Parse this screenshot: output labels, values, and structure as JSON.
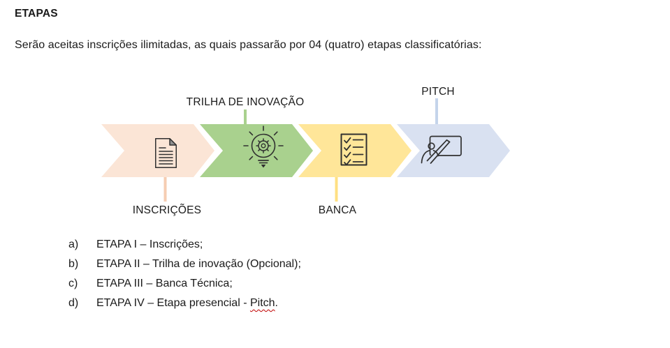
{
  "document": {
    "title": "ETAPAS",
    "intro": "Serão aceitas inscrições ilimitadas, as quais passarão por 04 (quatro) etapas classificatórias:"
  },
  "diagram": {
    "icon_stroke": "#303030",
    "document_fold_fill": "#8f8f8f",
    "stages": [
      {
        "label": "INSCRIÇÕES",
        "fill": "#FBE5D6",
        "connector": "#F6CDB2",
        "icon": "document-icon"
      },
      {
        "label": "TRILHA DE INOVAÇÃO",
        "fill": "#A9D18E",
        "connector": "#A9D18E",
        "icon": "lightbulb-gear-icon"
      },
      {
        "label": "BANCA",
        "fill": "#FFE699",
        "connector": "#FFE083",
        "icon": "checklist-icon"
      },
      {
        "label": "PITCH",
        "fill": "#D9E1F1",
        "connector": "#C4D4EB",
        "icon": "presenter-board-icon"
      }
    ]
  },
  "list": {
    "items": [
      {
        "marker": "a)",
        "text": "ETAPA I – Inscrições;"
      },
      {
        "marker": "b)",
        "text": "ETAPA II – Trilha de inovação (Opcional);"
      },
      {
        "marker": "c)",
        "text": "ETAPA III – Banca Técnica;"
      },
      {
        "marker": "d)",
        "text": "ETAPA IV – Etapa presencial - ",
        "spellcheck": "Pitch",
        "suffix": ".",
        "spellcheck_color": "#C00000"
      }
    ]
  }
}
